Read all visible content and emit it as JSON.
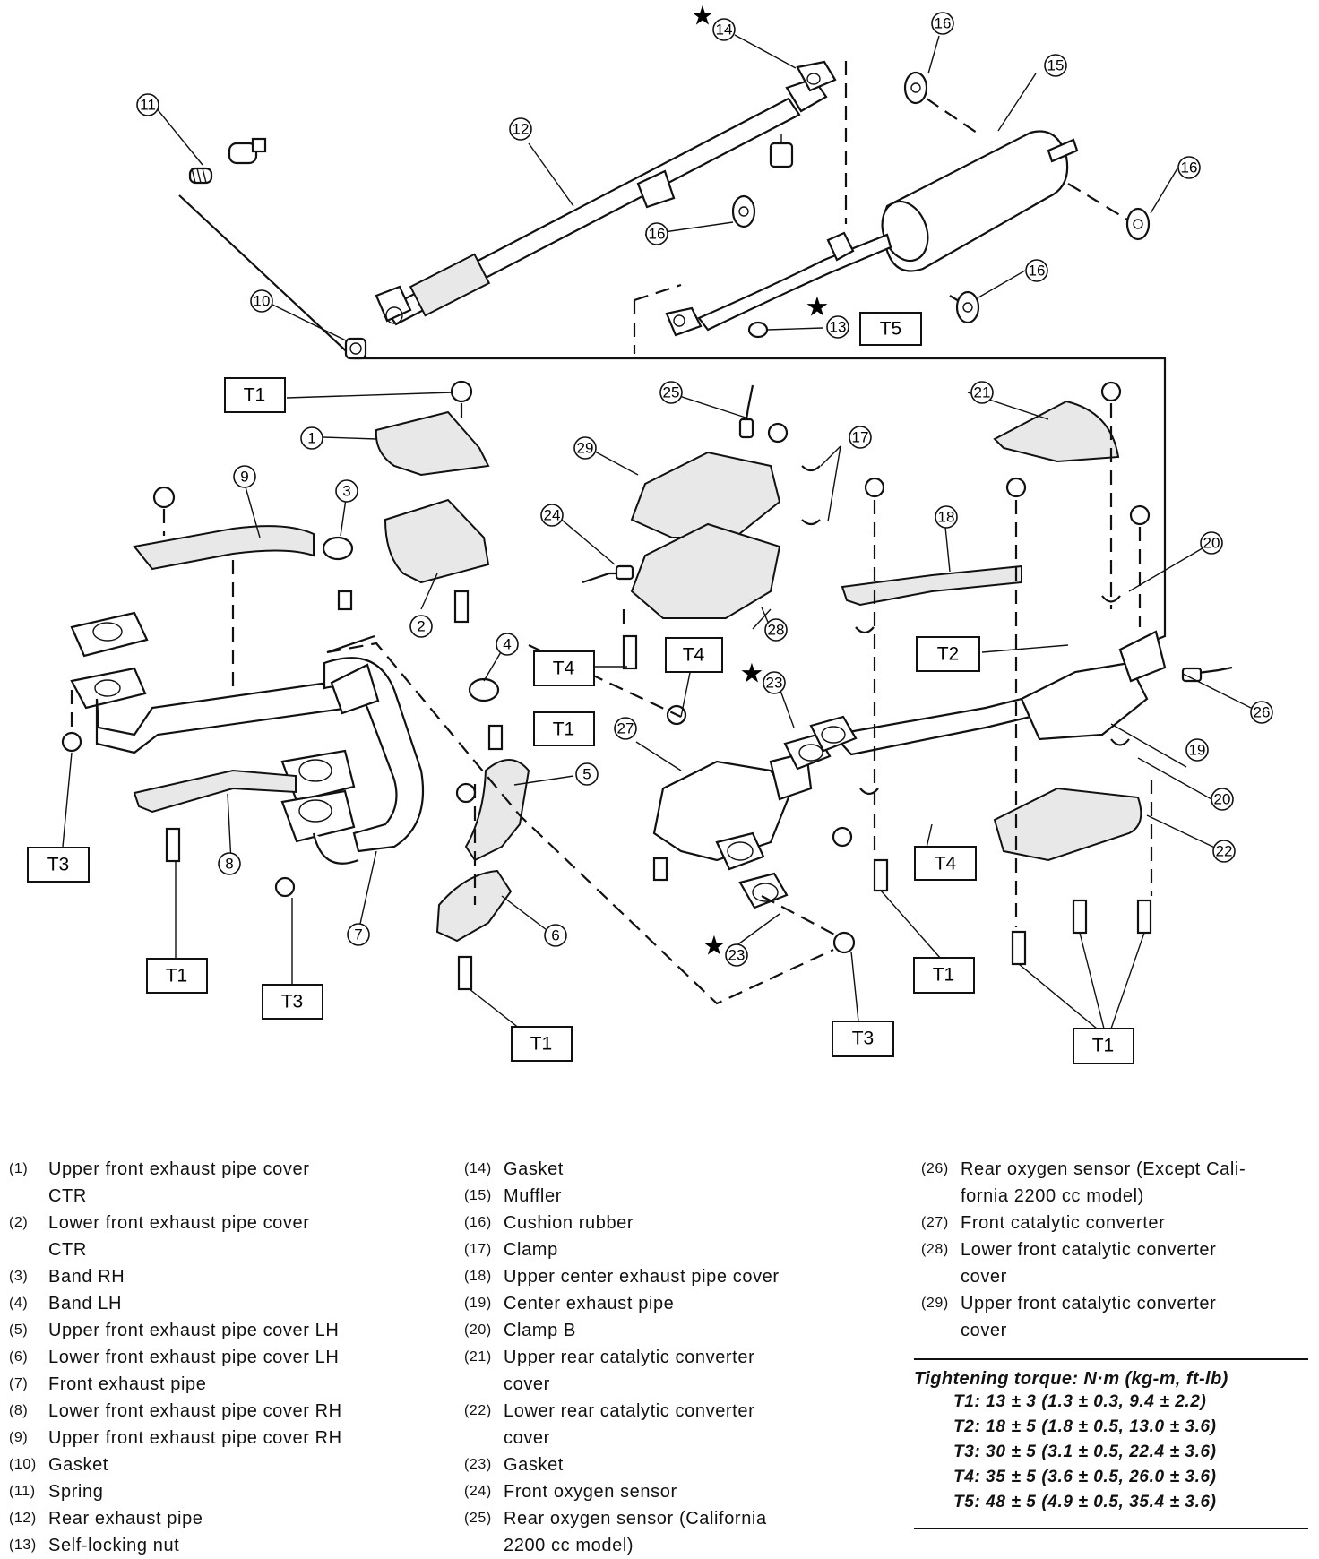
{
  "callout_labels": [
    "1",
    "2",
    "3",
    "4",
    "5",
    "6",
    "7",
    "8",
    "9",
    "10",
    "11",
    "12",
    "13",
    "14",
    "15",
    "16",
    "17",
    "18",
    "19",
    "20",
    "21",
    "22",
    "23",
    "24",
    "25",
    "26",
    "27",
    "28",
    "29"
  ],
  "torque_labels": {
    "t1": "T1",
    "t2": "T2",
    "t3": "T3",
    "t4": "T4",
    "t5": "T5"
  },
  "legend": {
    "col1": [
      {
        "num": "(1)",
        "text": "Upper front exhaust pipe cover",
        "cont": "CTR"
      },
      {
        "num": "(2)",
        "text": "Lower front exhaust pipe cover",
        "cont": "CTR"
      },
      {
        "num": "(3)",
        "text": "Band RH"
      },
      {
        "num": "(4)",
        "text": "Band LH"
      },
      {
        "num": "(5)",
        "text": "Upper front exhaust pipe cover LH"
      },
      {
        "num": "(6)",
        "text": "Lower front exhaust pipe cover LH"
      },
      {
        "num": "(7)",
        "text": "Front exhaust pipe"
      },
      {
        "num": "(8)",
        "text": "Lower front exhaust pipe cover RH"
      },
      {
        "num": "(9)",
        "text": "Upper front exhaust pipe cover RH"
      },
      {
        "num": "(10)",
        "text": "Gasket"
      },
      {
        "num": "(11)",
        "text": "Spring"
      },
      {
        "num": "(12)",
        "text": "Rear exhaust pipe"
      },
      {
        "num": "(13)",
        "text": "Self-locking nut"
      }
    ],
    "col2": [
      {
        "num": "(14)",
        "text": "Gasket"
      },
      {
        "num": "(15)",
        "text": "Muffler"
      },
      {
        "num": "(16)",
        "text": "Cushion rubber"
      },
      {
        "num": "(17)",
        "text": "Clamp"
      },
      {
        "num": "(18)",
        "text": "Upper center exhaust pipe cover"
      },
      {
        "num": "(19)",
        "text": "Center exhaust pipe"
      },
      {
        "num": "(20)",
        "text": "Clamp B"
      },
      {
        "num": "(21)",
        "text": "Upper rear catalytic converter",
        "cont": "cover"
      },
      {
        "num": "(22)",
        "text": "Lower rear catalytic converter",
        "cont": "cover"
      },
      {
        "num": "(23)",
        "text": "Gasket"
      },
      {
        "num": "(24)",
        "text": "Front oxygen sensor"
      },
      {
        "num": "(25)",
        "text": "Rear oxygen sensor (California",
        "cont": "2200 cc model)"
      }
    ],
    "col3": [
      {
        "num": "(26)",
        "text": "Rear oxygen sensor (Except Cali-",
        "cont": "fornia 2200 cc model)"
      },
      {
        "num": "(27)",
        "text": "Front catalytic converter"
      },
      {
        "num": "(28)",
        "text": "Lower front catalytic converter",
        "cont": "cover"
      },
      {
        "num": "(29)",
        "text": "Upper front catalytic converter",
        "cont": "cover"
      }
    ]
  },
  "torque_spec": {
    "heading": "Tightening torque: N·m (kg-m, ft-lb)",
    "specs": [
      "T1:  13 ± 3 (1.3 ± 0.3, 9.4 ± 2.2)",
      "T2:  18 ± 5 (1.8 ± 0.5, 13.0 ± 3.6)",
      "T3:  30 ± 5 (3.1 ± 0.5, 22.4 ± 3.6)",
      "T4:  35 ± 5 (3.6 ± 0.5, 26.0 ± 3.6)",
      "T5:  48 ± 5 (4.9 ± 0.5, 35.4 ± 3.6)"
    ]
  }
}
